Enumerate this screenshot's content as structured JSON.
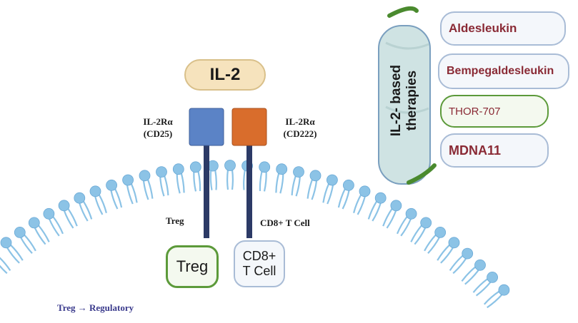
{
  "cytokine": {
    "label": "IL-2"
  },
  "receptors": [
    {
      "name": "IL-2Rα",
      "sub": "(CD25)",
      "cell_label": "Treg",
      "color": "#5b83c6"
    },
    {
      "name": "IL-2Rα",
      "sub": "(CD222)",
      "cell_label": "CD8+ T Cell",
      "color": "#d96d2c"
    }
  ],
  "cells": [
    {
      "label": "Treg"
    },
    {
      "label_line1": "CD8+",
      "label_line2": "T Cell"
    }
  ],
  "therapies": {
    "title_line1": "IL-2- based",
    "title_line2": "therapies",
    "items": [
      "Aldesleukin",
      "Bempegaldesleukin",
      "THOR-707",
      "MDNA11"
    ]
  },
  "footnote": "Treg → Regulatory",
  "colors": {
    "membrane": "#8cc3e6",
    "stalk": "#2c3a66",
    "il2_fill": "#f6e3bd",
    "il2_border": "#d9c08a",
    "capsule": "#cfe3e3",
    "capsule_border": "#7a9fbf",
    "helix": "#4a8a2e"
  }
}
